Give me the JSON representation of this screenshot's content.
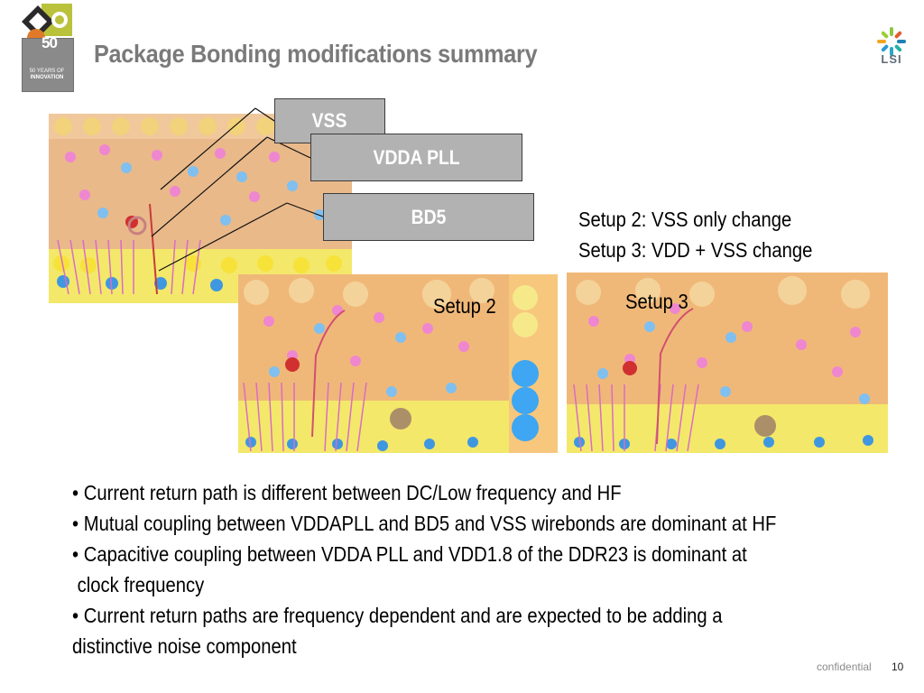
{
  "slide": {
    "title": "Package Bonding modifications summary",
    "badge": {
      "number": "50",
      "caption_line1": "50 YEARS OF",
      "caption_line2": "INNOVATION"
    },
    "brand_logo": {
      "text": "LSI",
      "icon": "lsi-burst-icon"
    }
  },
  "callouts": {
    "vss": "VSS",
    "vdda_pll": "VDDA PLL",
    "bd5": "BD5"
  },
  "notes": {
    "setup2": "Setup 2: VSS only change",
    "setup3": "Setup 3: VDD + VSS change"
  },
  "images": {
    "setup2_label": "Setup 2",
    "setup3_label": "Setup 3"
  },
  "bullets": [
    "• Current return path is different between DC/Low frequency and HF",
    "• Mutual coupling between VDDAPLL and BD5 and VSS wirebonds are dominant at HF",
    "• Capacitive coupling between VDDA PLL and VDD1.8 of the DDR23 is dominant at",
    " clock frequency",
    "• Current return paths are frequency dependent  and are expected to be adding a",
    "distinctive noise component"
  ],
  "footer": {
    "confidential": "confidential",
    "page": "10"
  },
  "colors": {
    "title": "#7a7a7a",
    "callout_fill": "#b2b2b2",
    "board_base": "#f0b878",
    "board_yellow": "#f5e53a",
    "board_pink": "#ee7fd0",
    "board_blue": "#6fb6ee"
  }
}
